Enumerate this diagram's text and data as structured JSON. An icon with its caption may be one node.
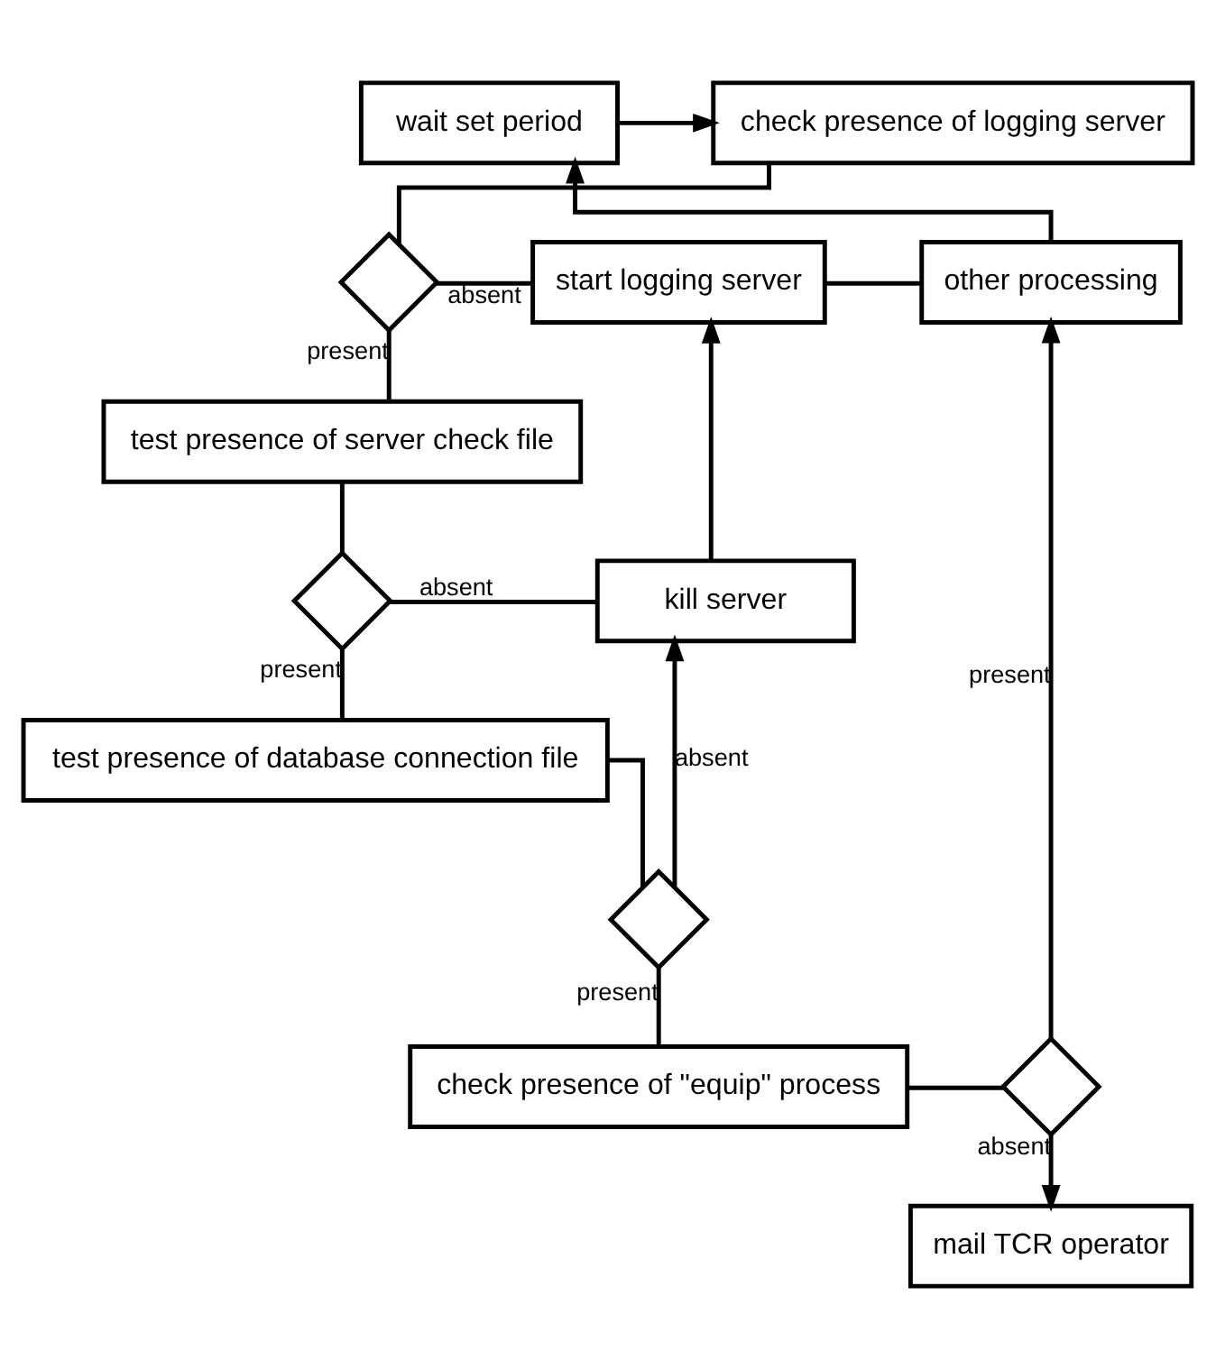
{
  "diagram": {
    "nodes": [
      {
        "text": [
          "check presence of logging server"
        ]
      },
      {
        "text": [],
        "shape": "diamond"
      },
      {
        "text": [
          "start logging server"
        ]
      },
      {
        "text": [
          "wait set period"
        ]
      },
      {
        "text": [
          "other processing"
        ]
      },
      {
        "text": [
          "test presence of server check file"
        ]
      },
      {
        "text": [],
        "shape": "diamond"
      },
      {
        "text": [
          "kill server"
        ]
      },
      {
        "text": [
          "test presence of database connection file"
        ]
      },
      {
        "text": [],
        "shape": "diamond"
      },
      {
        "text": [
          "mail TCR operator"
        ]
      },
      {
        "text": [
          "check presence of \"equip\" process"
        ]
      },
      {
        "text": [],
        "shape": "diamond"
      }
    ],
    "edges": [
      {
        "from": 0,
        "to": 1,
        "arrow": "none"
      },
      {
        "from": 1,
        "to": 2,
        "arrow": "none",
        "label": "absent"
      },
      {
        "from": 1,
        "to": 5,
        "arrow": "none",
        "label": "present"
      },
      {
        "from": 5,
        "to": 6,
        "arrow": "none"
      },
      {
        "from": 6,
        "to": 7,
        "arrow": "none",
        "label": "absent"
      },
      {
        "from": 6,
        "to": 8,
        "arrow": "none",
        "label": "present"
      },
      {
        "from": 8,
        "to": 9,
        "arrow": "none"
      },
      {
        "from": 9,
        "to": 7,
        "arrow": "to",
        "label": "absent"
      },
      {
        "from": 9,
        "to": 11,
        "arrow": "none",
        "label": "present"
      },
      {
        "from": 7,
        "to": 2,
        "arrow": "to"
      },
      {
        "from": 2,
        "to": 4,
        "arrow": "none"
      },
      {
        "from": 4,
        "to": 3,
        "arrow": "to"
      },
      {
        "from": 3,
        "to": 0,
        "arrow": "to"
      },
      {
        "from": 11,
        "to": 12,
        "arrow": "none"
      },
      {
        "from": 12,
        "to": 10,
        "arrow": "to",
        "label": "absent"
      },
      {
        "from": 12,
        "to": 4,
        "arrow": "to",
        "label": "present"
      }
    ]
  }
}
